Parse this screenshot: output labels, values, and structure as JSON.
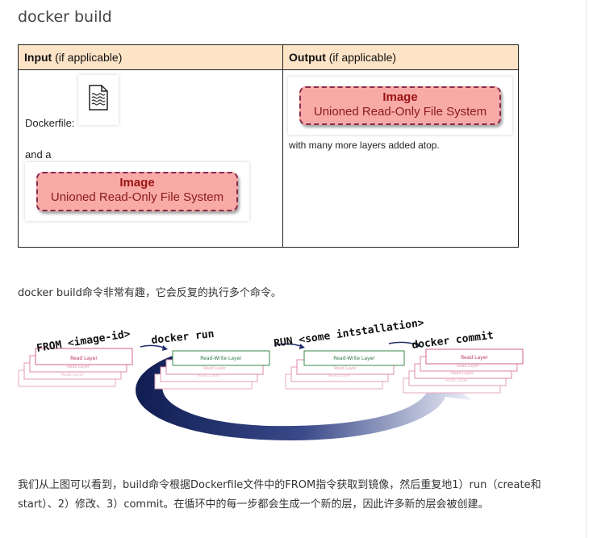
{
  "heading": "docker build",
  "table": {
    "input_header_bold": "Input",
    "input_header_rest": " (if applicable)",
    "output_header_bold": "Output",
    "output_header_rest": " (if applicable)",
    "dockerfile_label": "Dockerfile:",
    "and_a": "and a",
    "image_title": "Image",
    "image_subtitle": "Unioned Read-Only File System",
    "output_note": "with many more layers added atop."
  },
  "intro_text": "docker build命令非常有趣，它会反复的执行多个命令。",
  "diagram": {
    "cmd_from": "FROM <image-id>",
    "cmd_run1": "docker run",
    "cmd_run_install": "RUN <some intstallation>",
    "cmd_commit": "docker commit",
    "read_layer": "Read Layer",
    "read_write_layer": "Read-Write Layer",
    "colors": {
      "read": "#d4608a",
      "read_write": "#3a8a4a",
      "arrow": "#1f2f6a"
    }
  },
  "body_text_line1": "我们从上图可以看到，build命令根据Dockerfile文件中的FROM指令获取到镜像，然后重复地1）run（create和",
  "body_text_line2": "start）、2）修改、3）commit。在循环中的每一步都会生成一个新的层，因此许多新的层会被创建。"
}
